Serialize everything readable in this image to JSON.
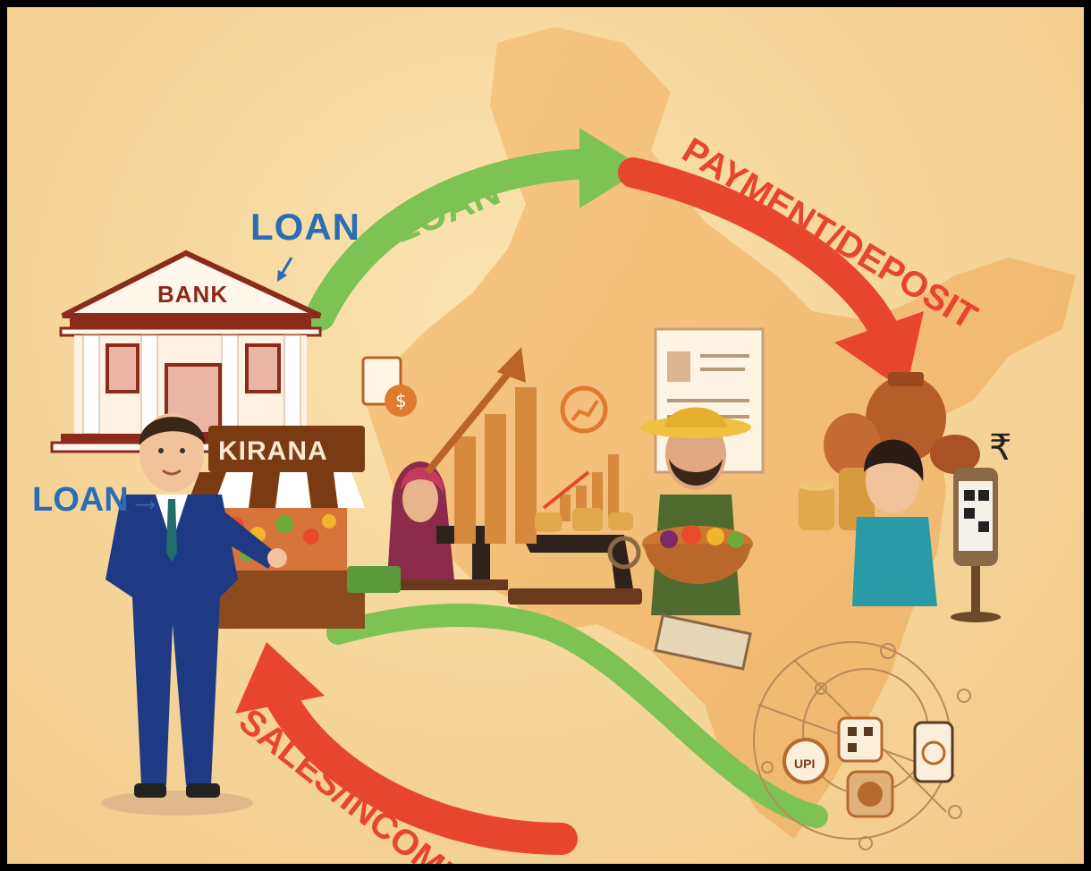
{
  "labels": {
    "loan_top": "LOAN",
    "loan_bank": "LOAN",
    "loan_man": "LOAN→",
    "payment": "PAYMENT/DEPOSIT",
    "sales": "SALES/INCOME",
    "bank": "BANK",
    "kirana": "KIRANA",
    "rupee": "₹",
    "upi": "UPI"
  },
  "colors": {
    "loan_blue": "#2a6db5",
    "arrow_green": "#7cc254",
    "arrow_red": "#e8452e",
    "bank_red": "#8a2b1c",
    "background": "#f6d79c"
  }
}
